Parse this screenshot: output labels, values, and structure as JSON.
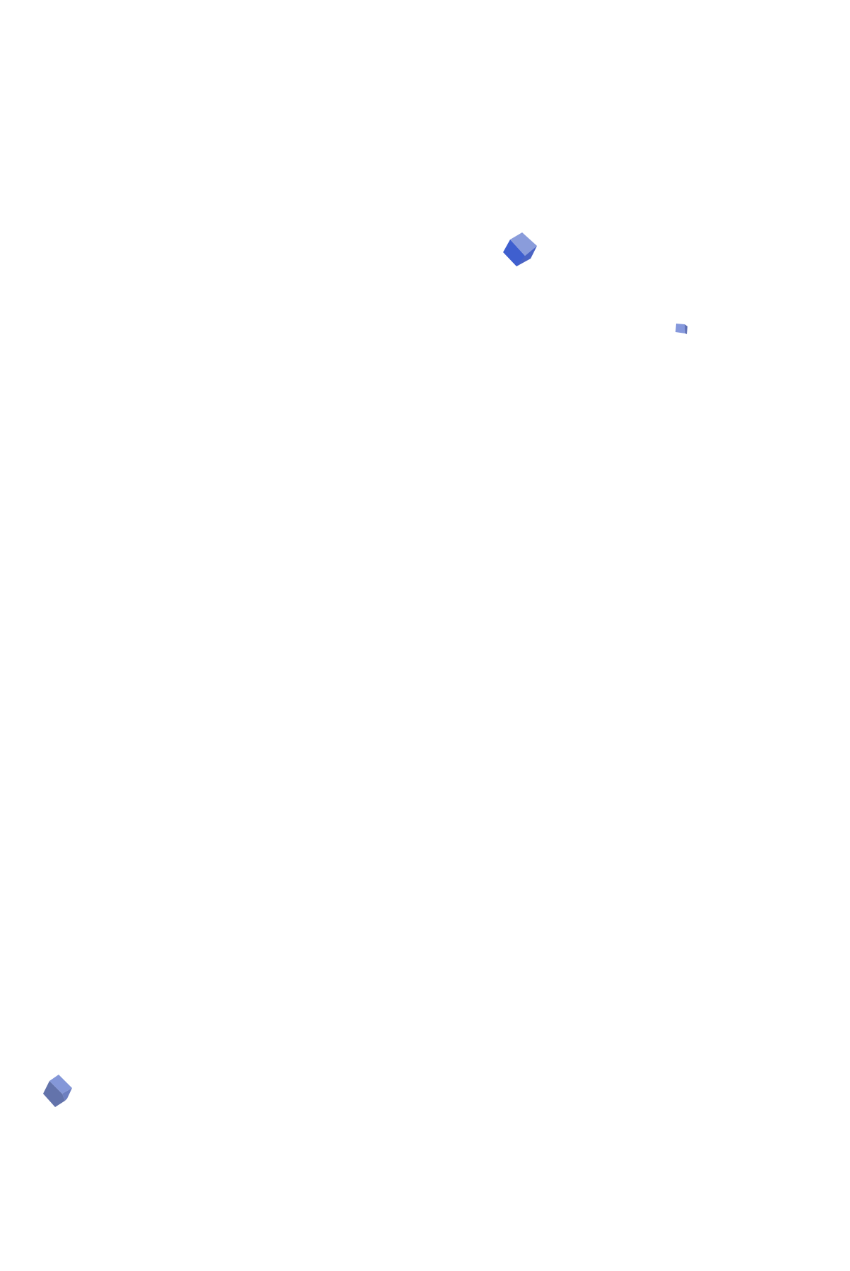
{
  "scene": {
    "background": "#ffffff",
    "objects": [
      {
        "shape": "cube",
        "colors": {
          "top": "#8a9cdb",
          "front": "#3f5fcf",
          "side": "#4a63c4"
        }
      },
      {
        "shape": "cube",
        "colors": {
          "top": "#8598dc",
          "front": "#8598dc",
          "side": "#5a6bb0"
        }
      },
      {
        "shape": "cube",
        "colors": {
          "top": "#8497d8",
          "front": "#6373ab",
          "side": "#6d7fc0"
        }
      }
    ]
  }
}
